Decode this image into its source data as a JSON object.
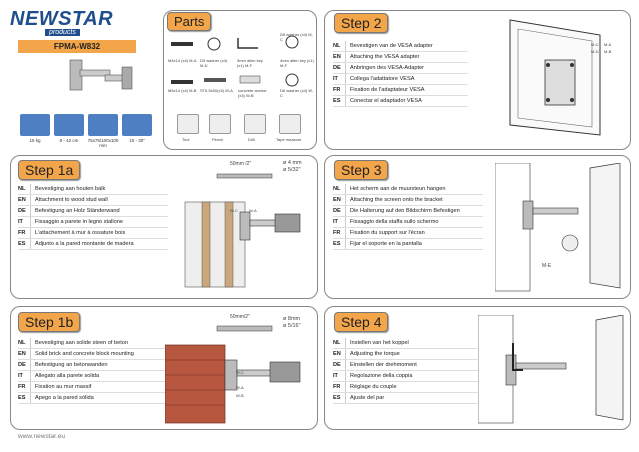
{
  "brand": {
    "name": "NEWSTAR",
    "sub": "products",
    "model": "FPMA-W832",
    "website": "www.newstar.eu"
  },
  "specs": [
    "15 kg",
    "8 - 42 cm",
    "75x75/100x100 mm",
    "10 - 30\""
  ],
  "parts": {
    "title": "Parts",
    "items": [
      "M4x14 (x4) M-A",
      "D5 washer (x4) M-D",
      "3mm allen key (x1) M-F",
      "D6 washer (x4) M-C",
      "4mm allen key (x1) M-F",
      "M5x14 (x4) M-B",
      "ST6.5x50(x3) W-A",
      "concrete anchor (x3) W-B",
      "D6 washer (x4) W-C"
    ],
    "tools": [
      "Tool",
      "Pencil",
      "Drill",
      "Tape measure"
    ]
  },
  "step2": {
    "title": "Step 2",
    "rows": [
      {
        "code": "NL",
        "text": "Bevestigen van de VESA adapter"
      },
      {
        "code": "EN",
        "text": "Attaching the VESA adapter"
      },
      {
        "code": "DE",
        "text": "Anbringen des VESA-Adapter"
      },
      {
        "code": "IT",
        "text": "Collega l'adattatore VESA"
      },
      {
        "code": "FR",
        "text": "Fixation de l'adaptateur VESA"
      },
      {
        "code": "ES",
        "text": "Conectar el adaptador VESA"
      }
    ],
    "labels": [
      "M-C",
      "M-A",
      "M-D",
      "M-B"
    ]
  },
  "step1a": {
    "title": "Step 1a",
    "measure": "50mm /2\"",
    "drill": [
      "ø 4 mm",
      "ø 5/32\""
    ],
    "rows": [
      {
        "code": "NL",
        "text": "Bevestiging aan houten balk"
      },
      {
        "code": "EN",
        "text": "Attachment to wood stud wall"
      },
      {
        "code": "DE",
        "text": "Befestigung an Holz Ständerwand"
      },
      {
        "code": "IT",
        "text": "Fissaggio a parete in legno stallone"
      },
      {
        "code": "FR",
        "text": "L'attachement à mur à ossature bois"
      },
      {
        "code": "ES",
        "text": "Adjunto a la pared montante de madera"
      }
    ],
    "labels": [
      "W-C",
      "W-A"
    ]
  },
  "step3": {
    "title": "Step 3",
    "wall": "wall",
    "rows": [
      {
        "code": "NL",
        "text": "Het scherm aan de muursteun hangen"
      },
      {
        "code": "EN",
        "text": "Attaching the screen onto the bracket"
      },
      {
        "code": "DE",
        "text": "Die Halterung auf den Bildschirm Befestigen"
      },
      {
        "code": "IT",
        "text": "Fissaggio della staffa sullo schermo"
      },
      {
        "code": "FR",
        "text": "Fixation du support sur l'écran"
      },
      {
        "code": "ES",
        "text": "Fijar el soporte en la pantalla"
      }
    ],
    "labels": [
      "M-E"
    ]
  },
  "step1b": {
    "title": "Step 1b",
    "measure": "50mm/2\"",
    "drill": [
      "ø 8mm",
      "ø 5/16\""
    ],
    "rows": [
      {
        "code": "NL",
        "text": "Bevestiging aan solide steen of beton"
      },
      {
        "code": "EN",
        "text": "Solid brick and concrete block mounting"
      },
      {
        "code": "DE",
        "text": "Befestigung an betonwanden"
      },
      {
        "code": "IT",
        "text": "Allegato alla parete solida"
      },
      {
        "code": "FR",
        "text": "Fixation au mur massif"
      },
      {
        "code": "ES",
        "text": "Apego a la pared sólida"
      }
    ],
    "labels": [
      "W-C",
      "W-A",
      "W-B"
    ]
  },
  "step4": {
    "title": "Step 4",
    "wall": "wall",
    "rows": [
      {
        "code": "NL",
        "text": "Instellen van het koppel"
      },
      {
        "code": "EN",
        "text": "Adjusting the torque"
      },
      {
        "code": "DE",
        "text": "Einstellen der drehmoment"
      },
      {
        "code": "IT",
        "text": "Regolazione della coppia"
      },
      {
        "code": "FR",
        "text": "Réglage du couple"
      },
      {
        "code": "ES",
        "text": "Ajuste del par"
      }
    ]
  }
}
